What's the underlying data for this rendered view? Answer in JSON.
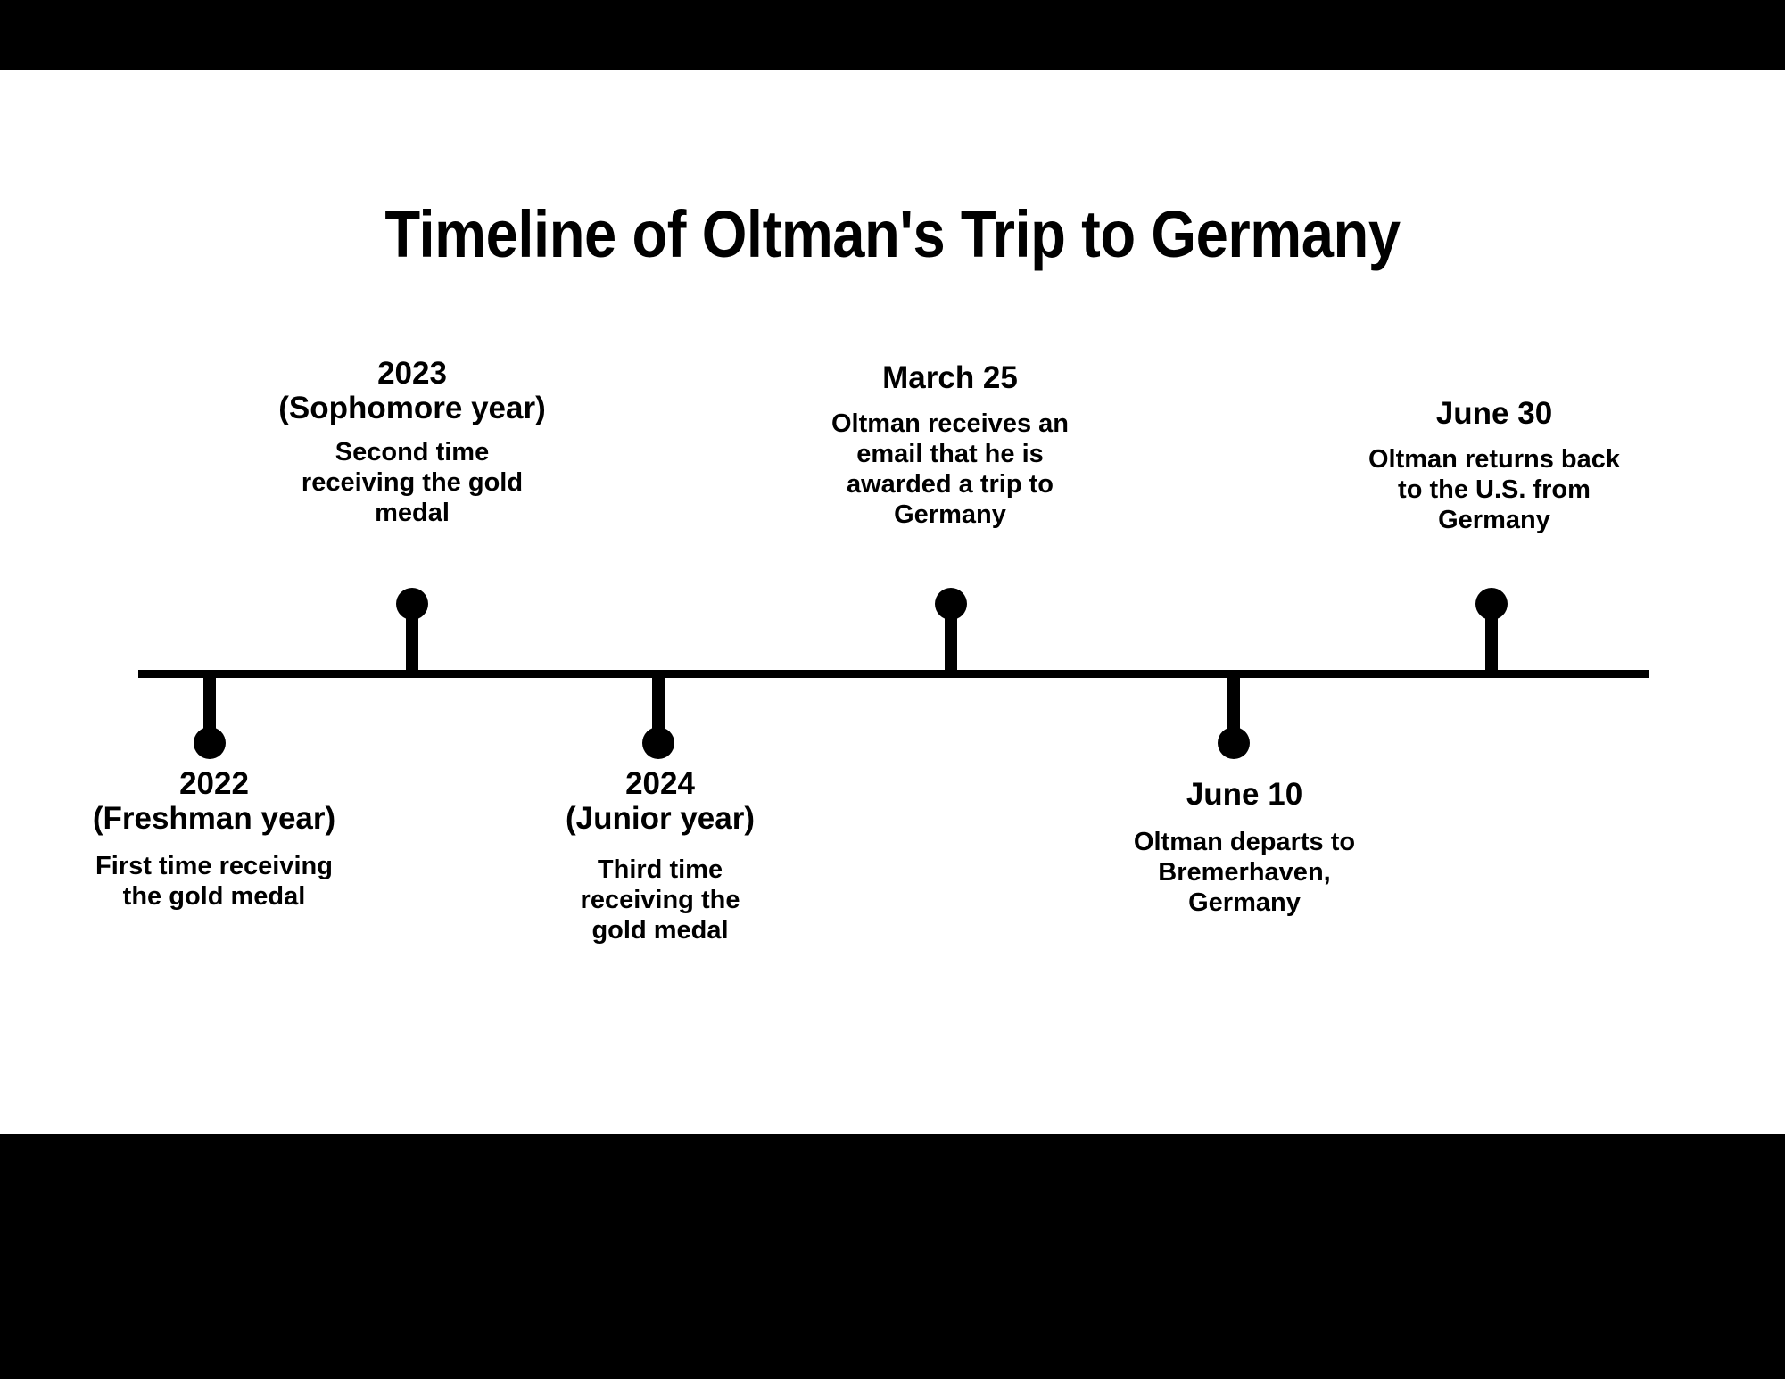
{
  "slide": {
    "title": "Timeline of Oltman's Trip to Germany",
    "background_color": "#ffffff",
    "band_color": "#000000",
    "line_color": "#000000",
    "text_color": "#000000"
  },
  "timeline": {
    "events": [
      {
        "id": "2022",
        "date": "2022\n(Freshman year)",
        "description": "First time receiving\nthe gold medal",
        "side": "below"
      },
      {
        "id": "2023",
        "date": "2023\n(Sophomore year)",
        "description": "Second time\nreceiving the gold\nmedal",
        "side": "above"
      },
      {
        "id": "2024",
        "date": "2024\n(Junior year)",
        "description": "Third time\nreceiving the\ngold medal",
        "side": "below"
      },
      {
        "id": "march-25",
        "date": "March 25",
        "description": "Oltman receives an\nemail that he is\nawarded a trip to\nGermany",
        "side": "above"
      },
      {
        "id": "june-10",
        "date": "June 10",
        "description": "Oltman departs to\nBremerhaven,\nGermany",
        "side": "below"
      },
      {
        "id": "june-30",
        "date": "June 30",
        "description": "Oltman returns back\nto the U.S. from\nGermany",
        "side": "above"
      }
    ]
  }
}
